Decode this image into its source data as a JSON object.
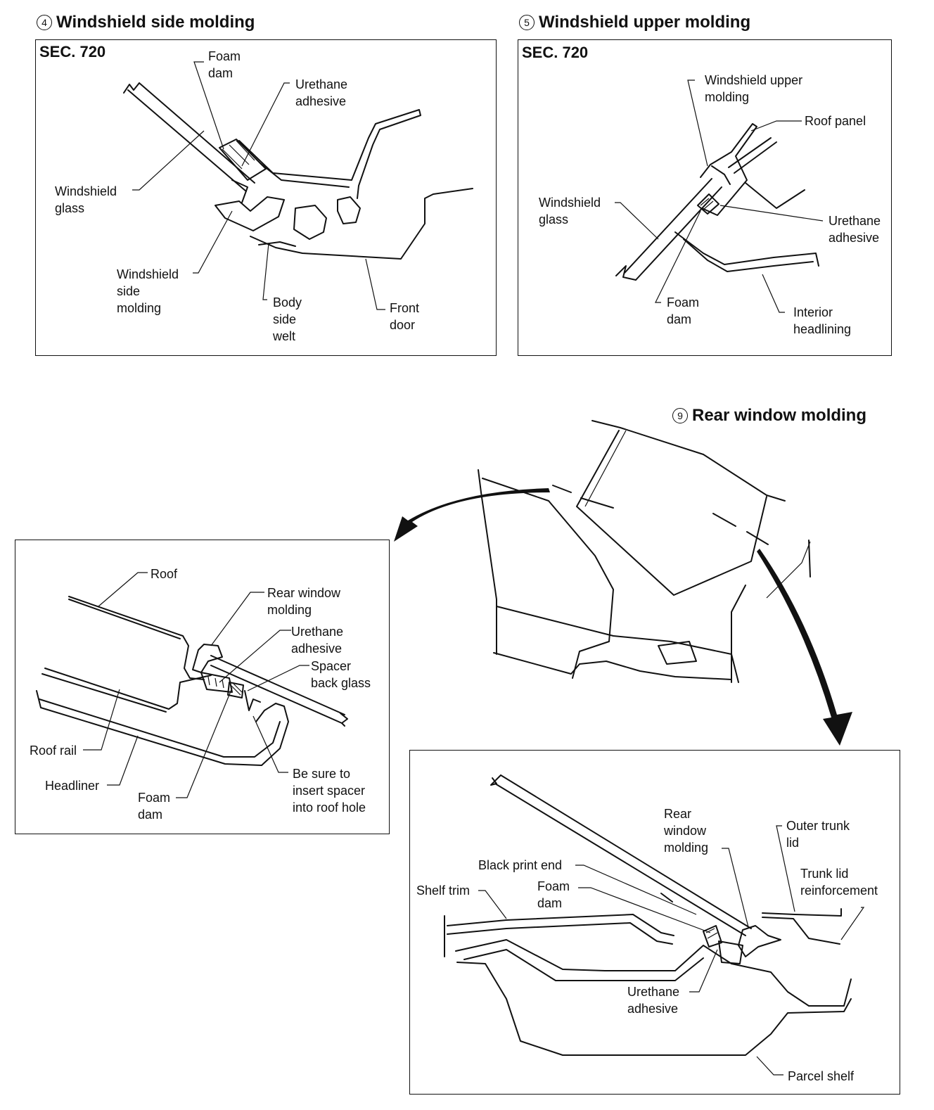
{
  "panel4": {
    "number": "4",
    "title": "Windshield side molding",
    "sec": "SEC. 720",
    "labels": {
      "foam_dam_1": "Foam",
      "foam_dam_2": "dam",
      "urethane_1": "Urethane",
      "urethane_2": "adhesive",
      "glass_1": "Windshield",
      "glass_2": "glass",
      "molding_1": "Windshield",
      "molding_2": "side",
      "molding_3": "molding",
      "welt_1": "Body",
      "welt_2": "side",
      "welt_3": "welt",
      "door_1": "Front",
      "door_2": "door"
    }
  },
  "panel5": {
    "number": "5",
    "title": "Windshield upper molding",
    "sec": "SEC. 720",
    "labels": {
      "upper_molding_1": "Windshield upper",
      "upper_molding_2": "molding",
      "roof_panel": "Roof panel",
      "glass_1": "Windshield",
      "glass_2": "glass",
      "urethane_1": "Urethane",
      "urethane_2": "adhesive",
      "foam_dam_1": "Foam",
      "foam_dam_2": "dam",
      "headlining_1": "Interior",
      "headlining_2": "headlining"
    }
  },
  "panel9": {
    "number": "9",
    "title": "Rear window molding"
  },
  "roof_detail": {
    "labels": {
      "roof": "Roof",
      "rear_molding_1": "Rear window",
      "rear_molding_2": "molding",
      "urethane_1": "Urethane",
      "urethane_2": "adhesive",
      "spacer_1": "Spacer",
      "spacer_2": "back glass",
      "roof_rail": "Roof rail",
      "headliner": "Headliner",
      "foam_dam_1": "Foam",
      "foam_dam_2": "dam",
      "note_1": "Be sure to",
      "note_2": "insert spacer",
      "note_3": "into roof hole"
    }
  },
  "trunk_detail": {
    "labels": {
      "rear_molding_1": "Rear",
      "rear_molding_2": "window",
      "rear_molding_3": "molding",
      "outer_trunk_1": "Outer trunk",
      "outer_trunk_2": "lid",
      "reinforcement_1": "Trunk lid",
      "reinforcement_2": "reinforcement",
      "black_print": "Black print end",
      "shelf_trim": "Shelf trim",
      "foam_dam_1": "Foam",
      "foam_dam_2": "dam",
      "urethane_1": "Urethane",
      "urethane_2": "adhesive",
      "parcel_shelf": "Parcel shelf"
    }
  }
}
